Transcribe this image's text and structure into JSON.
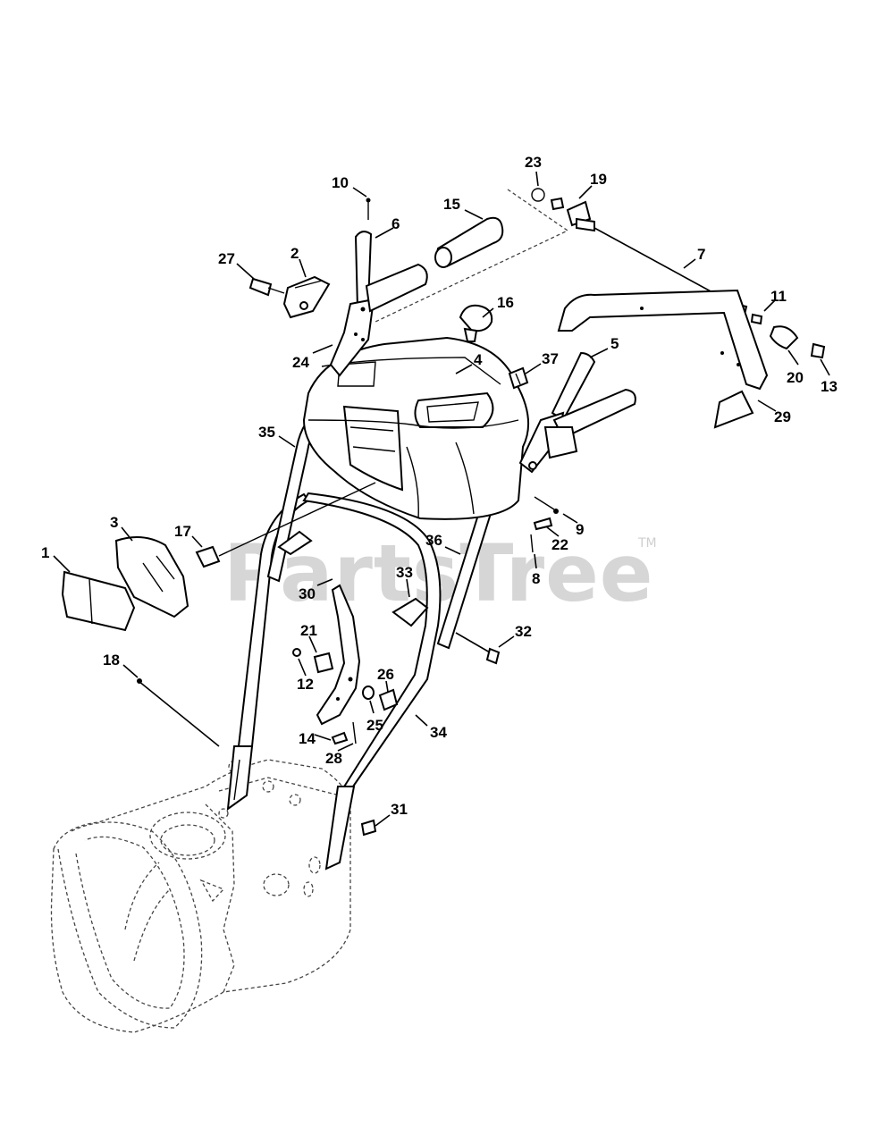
{
  "watermark": {
    "text": "PartsTree",
    "trademark": "TM"
  },
  "callouts": [
    {
      "id": "c1",
      "text": "1"
    },
    {
      "id": "c2",
      "text": "2"
    },
    {
      "id": "c3",
      "text": "3"
    },
    {
      "id": "c4",
      "text": "4"
    },
    {
      "id": "c5",
      "text": "5"
    },
    {
      "id": "c6",
      "text": "6"
    },
    {
      "id": "c7",
      "text": "7"
    },
    {
      "id": "c8",
      "text": "8"
    },
    {
      "id": "c9",
      "text": "9"
    },
    {
      "id": "c10",
      "text": "10"
    },
    {
      "id": "c11",
      "text": "11"
    },
    {
      "id": "c12",
      "text": "12"
    },
    {
      "id": "c13",
      "text": "13"
    },
    {
      "id": "c14",
      "text": "14"
    },
    {
      "id": "c15",
      "text": "15"
    },
    {
      "id": "c16",
      "text": "16"
    },
    {
      "id": "c17",
      "text": "17"
    },
    {
      "id": "c18",
      "text": "18"
    },
    {
      "id": "c19",
      "text": "19"
    },
    {
      "id": "c20",
      "text": "20"
    },
    {
      "id": "c21",
      "text": "21"
    },
    {
      "id": "c22",
      "text": "22"
    },
    {
      "id": "c23",
      "text": "23"
    },
    {
      "id": "c24",
      "text": "24"
    },
    {
      "id": "c25",
      "text": "25"
    },
    {
      "id": "c26",
      "text": "26"
    },
    {
      "id": "c27",
      "text": "27"
    },
    {
      "id": "c28",
      "text": "28"
    },
    {
      "id": "c29",
      "text": "29"
    },
    {
      "id": "c30",
      "text": "30"
    },
    {
      "id": "c31",
      "text": "31"
    },
    {
      "id": "c32",
      "text": "32"
    },
    {
      "id": "c33",
      "text": "33"
    },
    {
      "id": "c34",
      "text": "34"
    },
    {
      "id": "c35",
      "text": "35"
    },
    {
      "id": "c36",
      "text": "36"
    },
    {
      "id": "c37",
      "text": "37"
    }
  ]
}
